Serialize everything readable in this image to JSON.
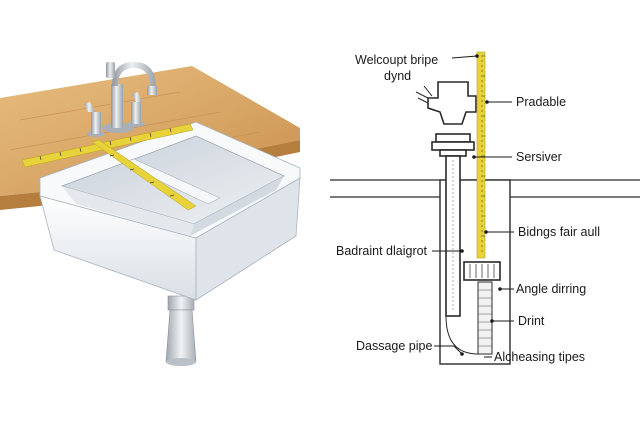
{
  "diagram": {
    "labels": {
      "welcoupt": [
        "Welcoupt bripe",
        "dynd"
      ],
      "pradable": "Pradable",
      "sersiver": "Sersiver",
      "bidngs": "Bidngs fair aull",
      "badraint": "Badraint dlaigrot",
      "angle": "Angle dirring",
      "drint": "Drint",
      "dassage": "Dassage pipe",
      "alcheasing": "Alcheasing tipes"
    },
    "colors": {
      "countertop": "#d9a868",
      "countertop_edge": "#b57e3f",
      "tape": "#e8d23a",
      "porcelain": "#f4f6f8",
      "porcelain_shade": "#c9d1da",
      "chrome": "#b8bec5",
      "diagram_line": "#2a2a2a"
    },
    "icons": [
      "faucet-icon",
      "sink-basin-icon",
      "drain-tailpiece-icon",
      "measuring-tape-icon"
    ]
  }
}
